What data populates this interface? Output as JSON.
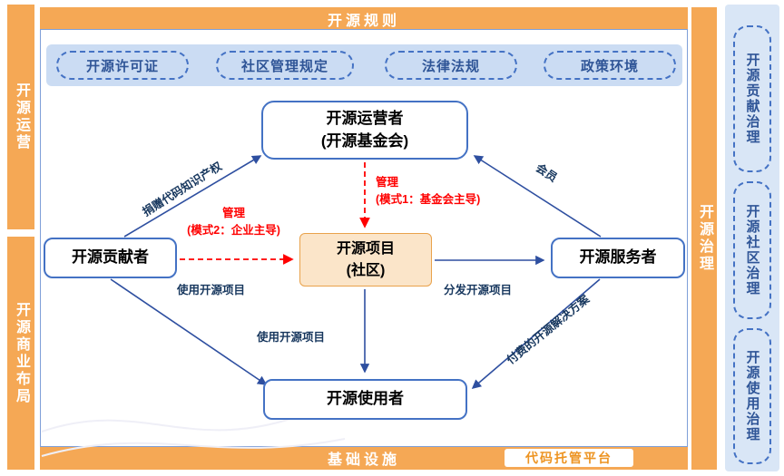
{
  "colors": {
    "orange": "#F5A855",
    "blue_border": "#4472C4",
    "blue_text": "#2F5597",
    "navy": "#17375E",
    "red": "#FF0000",
    "strip_bg": "#CBDCF3",
    "panel_bg": "#D9E6F6",
    "project_bg": "#FBE5C9",
    "project_border": "#E9A24B",
    "arrow_blue": "#2E4FA0",
    "badge_text": "#ED9422"
  },
  "bars": {
    "top": "开源规则",
    "bottom": "基础设施",
    "bottom_badge": "代码托管平台",
    "left_top": "开源运营",
    "left_bottom": "开源商业布局",
    "right": "开源治理"
  },
  "rules": {
    "items": [
      {
        "label": "开源许可证"
      },
      {
        "label": "社区管理规定"
      },
      {
        "label": "法律法规"
      },
      {
        "label": "政策环境"
      }
    ]
  },
  "governance": {
    "items": [
      {
        "label": "开源贡献治理"
      },
      {
        "label": "开源社区治理"
      },
      {
        "label": "开源使用治理"
      }
    ]
  },
  "nodes": {
    "operator": {
      "line1": "开源运营者",
      "line2": "(开源基金会)"
    },
    "contributor": {
      "label": "开源贡献者"
    },
    "project": {
      "line1": "开源项目",
      "line2": "(社区)"
    },
    "servicer": {
      "label": "开源服务者"
    },
    "user": {
      "label": "开源使用者"
    }
  },
  "edges": {
    "donate": {
      "label": "捐赠代码知识产权"
    },
    "manage1": {
      "line1": "管理",
      "line2": "(模式1：基金会主导)"
    },
    "manage2": {
      "line1": "管理",
      "line2": "(模式2：企业主导)"
    },
    "use_project_left": {
      "label": "使用开源项目"
    },
    "distribute": {
      "label": "分发开源项目"
    },
    "member": {
      "label": "会员"
    },
    "use_project_down": {
      "label": "使用开源项目"
    },
    "paid_solution": {
      "label": "付费的开源解决方案"
    }
  }
}
